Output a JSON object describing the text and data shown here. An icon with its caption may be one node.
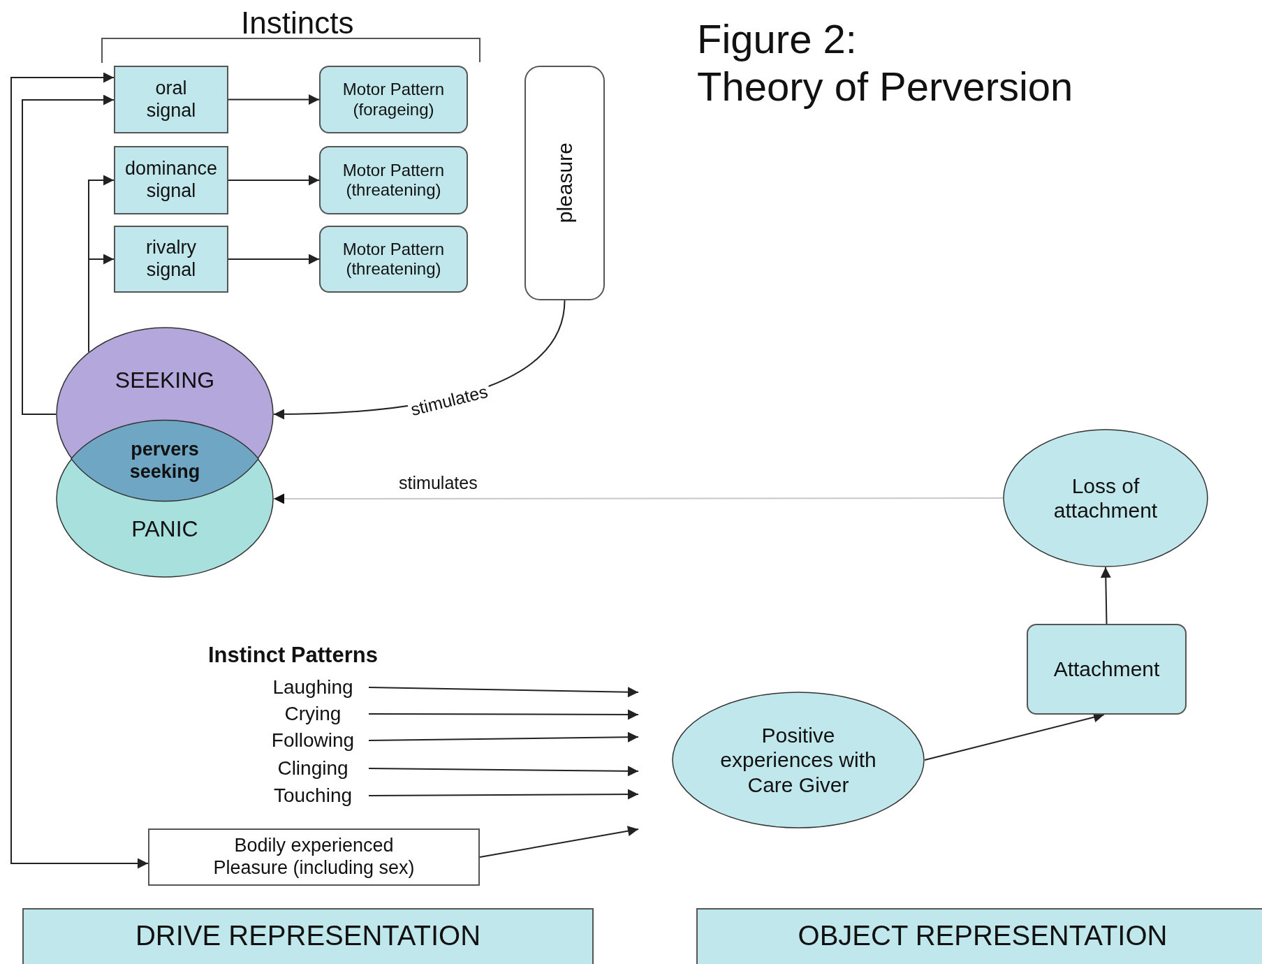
{
  "diagram": {
    "title": "Figure 2: Theory of Perversion",
    "nodes": [
      {
        "text": [
          "oral signal"
        ]
      },
      {
        "text": [
          "Motor Pattern (forageing)"
        ]
      },
      {
        "text": [
          "dominance signal"
        ]
      },
      {
        "text": [
          "Motor Pattern (threatening)"
        ]
      },
      {
        "text": [
          "rivalry signal"
        ]
      },
      {
        "text": [
          "Motor Pattern (threatening)"
        ]
      },
      {
        "text": [
          "pleasure"
        ]
      },
      {
        "text": [
          "SEEKING"
        ]
      },
      {
        "text": [
          "pervers seeking"
        ]
      },
      {
        "text": [
          "PANIC"
        ]
      },
      {
        "text": [
          "Loss of attachment"
        ]
      },
      {
        "text": [
          "Attachment"
        ]
      },
      {
        "text": [
          "Laughing"
        ]
      },
      {
        "text": [
          "Crying"
        ]
      },
      {
        "text": [
          "Following"
        ]
      },
      {
        "text": [
          "Clinging"
        ]
      },
      {
        "text": [
          "Touching"
        ]
      },
      {
        "text": [
          "Bodily experienced Pleasure (including sex)"
        ]
      },
      {
        "text": [
          "Positive experiences with Care Giver"
        ]
      },
      {
        "text": [
          "DRIVE REPRESENTATION"
        ]
      },
      {
        "text": [
          "OBJECT REPRESENTATION"
        ]
      }
    ],
    "edges": [
      {
        "from": 0,
        "to": 1,
        "arrow": "to"
      },
      {
        "from": 2,
        "to": 3,
        "arrow": "to"
      },
      {
        "from": 4,
        "to": 5,
        "arrow": "to"
      },
      {
        "from": 6,
        "to": 7,
        "arrow": "to",
        "label": "stimulates"
      },
      {
        "from": 10,
        "to": 9,
        "arrow": "to",
        "label": "stimulates",
        "color": "#c8c8c8"
      },
      {
        "from": 11,
        "to": 10,
        "arrow": "to"
      },
      {
        "from": 18,
        "to": 11,
        "arrow": "to"
      },
      {
        "from": 7,
        "to": 0,
        "arrow": "to"
      },
      {
        "from": 17,
        "to": 0,
        "arrow": "both"
      },
      {
        "from": 7,
        "to": 2,
        "arrow": "to"
      },
      {
        "from": 7,
        "to": 4,
        "arrow": "to"
      },
      {
        "from": 12,
        "to": null,
        "arrow": "to"
      },
      {
        "from": 13,
        "to": null,
        "arrow": "to"
      },
      {
        "from": 14,
        "to": null,
        "arrow": "to"
      },
      {
        "from": 15,
        "to": null,
        "arrow": "to"
      },
      {
        "from": 16,
        "to": null,
        "arrow": "to"
      },
      {
        "from": 17,
        "to": null,
        "arrow": "to"
      }
    ],
    "labels": [
      "Instincts",
      "Instinct Patterns"
    ]
  }
}
